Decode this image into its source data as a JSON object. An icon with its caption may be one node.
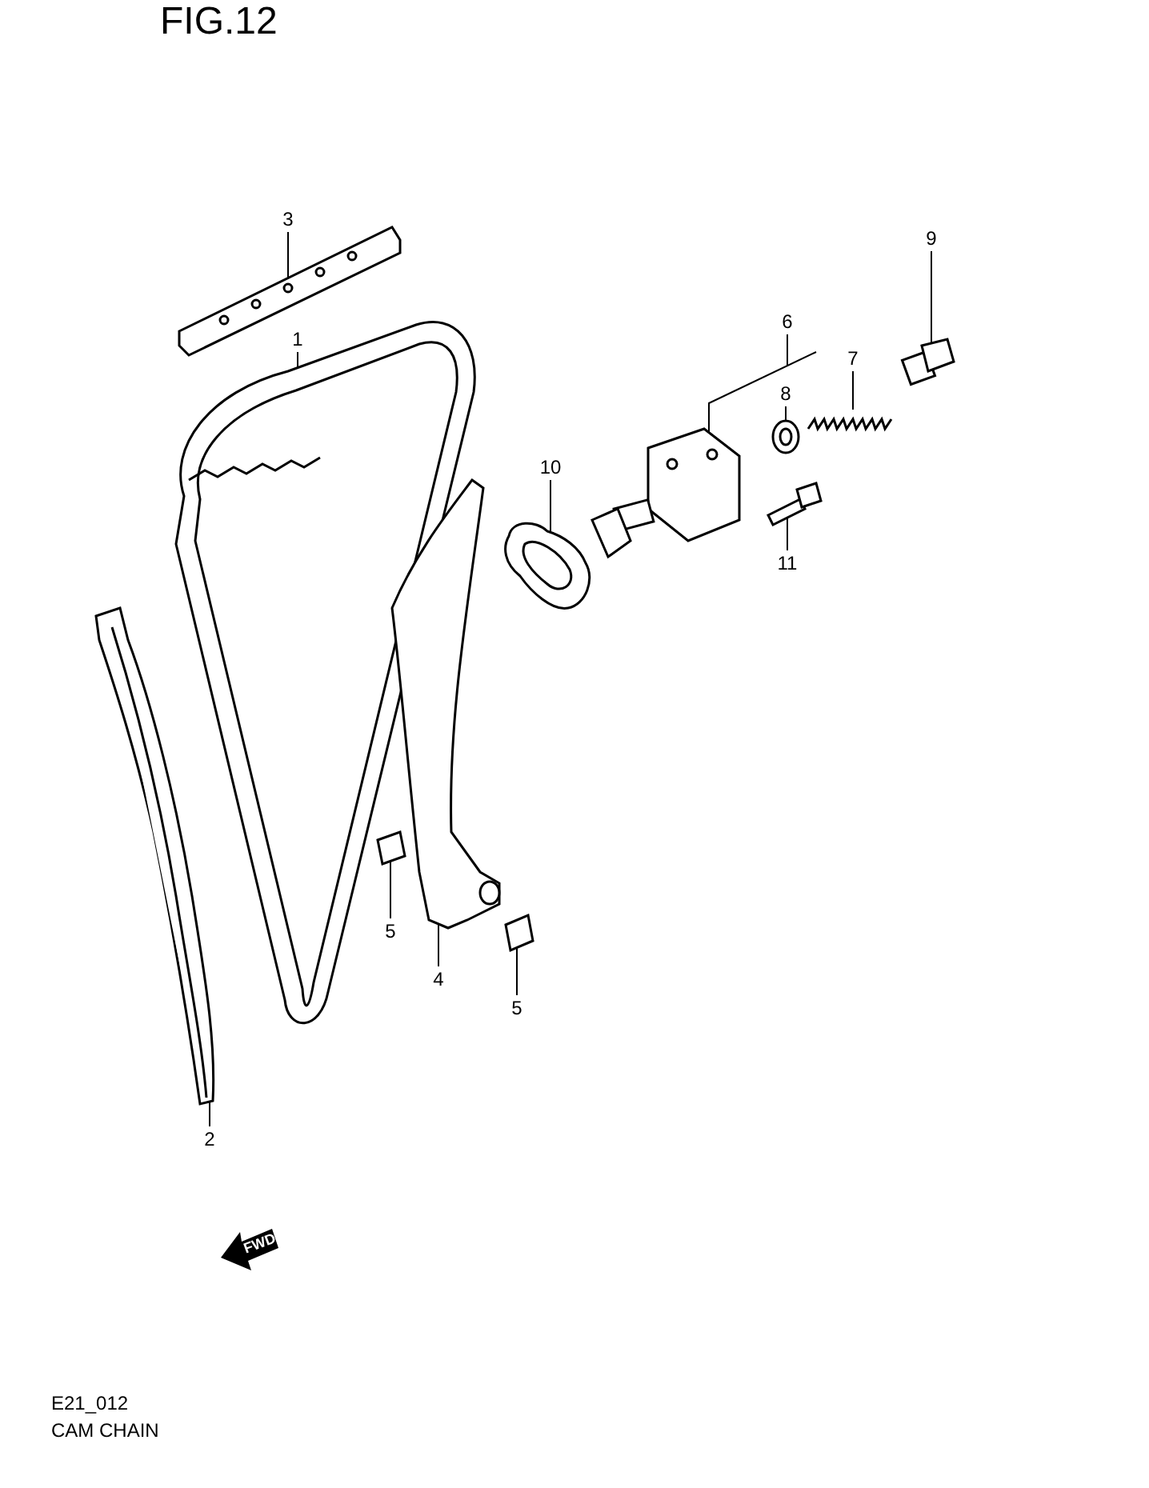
{
  "diagram": {
    "nodes": [
      {
        "text": [
          "3"
        ]
      },
      {
        "text": [
          "9"
        ]
      },
      {
        "text": [
          "6"
        ]
      },
      {
        "text": [
          "1"
        ]
      },
      {
        "text": [
          "7"
        ]
      },
      {
        "text": [
          "8"
        ]
      },
      {
        "text": [
          "10"
        ]
      },
      {
        "text": [
          "11"
        ]
      },
      {
        "text": [
          "5"
        ]
      },
      {
        "text": [
          "4"
        ]
      },
      {
        "text": [
          "5"
        ]
      },
      {
        "text": [
          "2"
        ]
      },
      {
        "text": [],
        "shape": "picture"
      },
      {
        "text": [],
        "shape": "picture"
      },
      {
        "text": [],
        "shape": "picture"
      },
      {
        "text": [],
        "shape": "picture"
      },
      {
        "text": [],
        "shape": "picture"
      },
      {
        "text": [],
        "shape": "picture"
      },
      {
        "text": [],
        "shape": "picture"
      },
      {
        "text": [],
        "shape": "picture"
      },
      {
        "text": [],
        "shape": "picture"
      },
      {
        "text": [],
        "shape": "picture"
      },
      {
        "text": [],
        "shape": "picture"
      },
      {
        "text": [],
        "shape": "picture"
      }
    ],
    "edges": [
      {
        "from": 0,
        "to": 12,
        "arrow": "none"
      },
      {
        "from": 1,
        "to": 13,
        "arrow": "none"
      },
      {
        "from": 2,
        "to": 14,
        "arrow": "none"
      },
      {
        "from": 3,
        "to": 15,
        "arrow": "none"
      },
      {
        "from": 4,
        "to": 16,
        "arrow": "none"
      },
      {
        "from": 5,
        "to": 17,
        "arrow": "none"
      },
      {
        "from": 6,
        "to": 18,
        "arrow": "none"
      },
      {
        "from": 7,
        "to": 19,
        "arrow": "none"
      },
      {
        "from": 8,
        "to": 20,
        "arrow": "none"
      },
      {
        "from": 9,
        "to": 21,
        "arrow": "none"
      },
      {
        "from": 10,
        "to": 22,
        "arrow": "none"
      },
      {
        "from": 11,
        "to": 23,
        "arrow": "none"
      }
    ],
    "labels": [
      "FIG.12",
      "FWD",
      "E21_012",
      "CAM CHAIN"
    ]
  }
}
